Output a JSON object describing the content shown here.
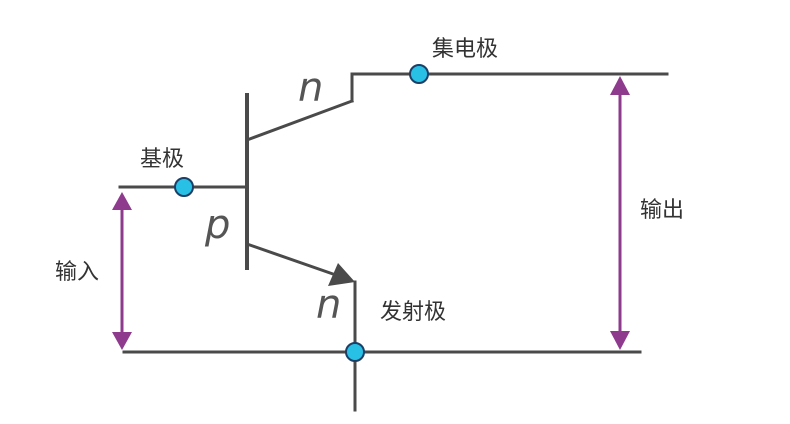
{
  "labels": {
    "collector": "集电极",
    "base": "基极",
    "emitter": "发射极",
    "input": "输入",
    "output": "输出"
  },
  "regions": {
    "collector": "n",
    "base": "p",
    "emitter": "n"
  },
  "colors": {
    "wire": "#4a4a4a",
    "arrow": "#8e3b8e",
    "node_fill": "#29c0e6",
    "node_stroke": "#1d3f66"
  }
}
